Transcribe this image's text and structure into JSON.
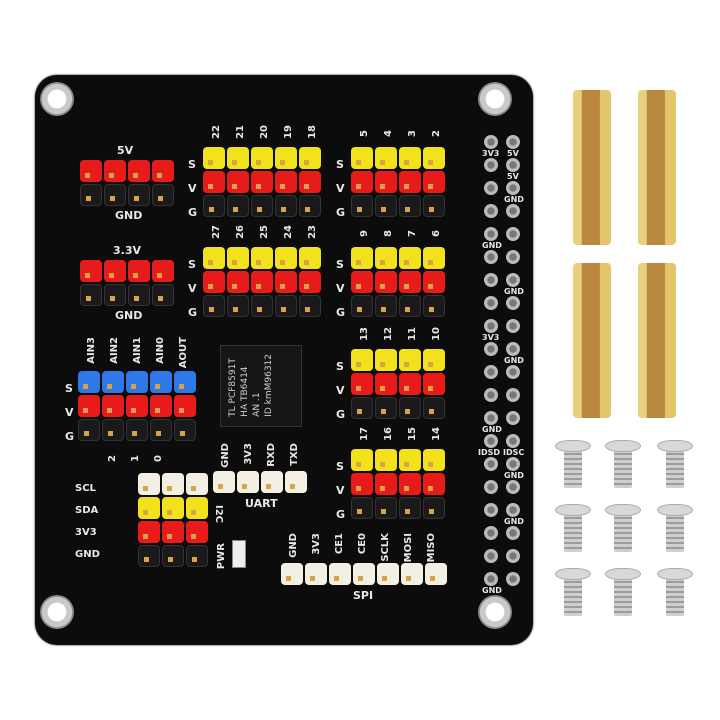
{
  "image": {
    "subject": "Raspberry Pi sensor expansion board with accessories",
    "board_color": "#0c0c0c",
    "power_headers": [
      {
        "label": "5V",
        "ground_label": "GND",
        "pins": 4
      },
      {
        "label": "3.3V",
        "ground_label": "GND",
        "pins": 4
      }
    ],
    "row_labels": [
      "S",
      "V",
      "G"
    ],
    "gpio_groups": [
      {
        "pins": [
          "22",
          "21",
          "20",
          "19",
          "18"
        ]
      },
      {
        "pins": [
          "27",
          "26",
          "25",
          "24",
          "23"
        ]
      },
      {
        "pins": [
          "5",
          "4",
          "3",
          "2"
        ]
      },
      {
        "pins": [
          "9",
          "8",
          "7",
          "6"
        ]
      },
      {
        "pins": [
          "13",
          "12",
          "11",
          "10"
        ]
      },
      {
        "pins": [
          "17",
          "16",
          "15",
          "14"
        ]
      }
    ],
    "analog": {
      "pins": [
        "AIN3",
        "AIN2",
        "AIN1",
        "AIN0",
        "AOUT"
      ]
    },
    "chip": {
      "lines": [
        "TL PCF8591T",
        "HA TB6414",
        "AN .1",
        "ID kmM96312"
      ]
    },
    "i2c": {
      "title": "I2C",
      "channels": [
        "2",
        "1",
        "0"
      ],
      "rows": [
        "SCL",
        "SDA",
        "3V3",
        "GND"
      ]
    },
    "uart": {
      "title": "UART",
      "pins": [
        "GND",
        "3V3",
        "RXD",
        "TXD"
      ]
    },
    "spi": {
      "title": "SPI",
      "pins": [
        "GND",
        "3V3",
        "CE1",
        "CE0",
        "SCLK",
        "MOSI",
        "MISO"
      ]
    },
    "pwr_label": "PWR",
    "gpio_header_labels": [
      "3V3",
      "5V",
      "5V",
      "GND",
      "GND",
      "GND",
      "3V3",
      "GND",
      "GND",
      "IDSD",
      "IDSC",
      "GND",
      "GND",
      "GND"
    ],
    "accessories": {
      "standoffs": 4,
      "screws": 9,
      "standoff_color": "#d4b05a",
      "screw_color": "#c8c8c8"
    }
  }
}
